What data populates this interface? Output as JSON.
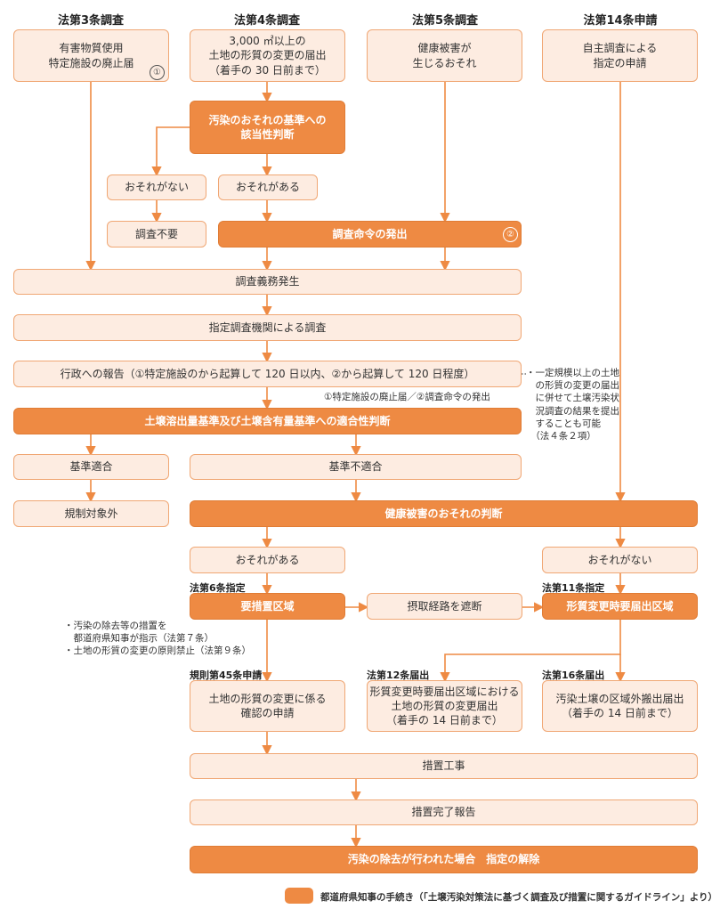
{
  "headers": {
    "art3": "法第3条調査",
    "art4": "法第4条調査",
    "art5": "法第5条調査",
    "art14": "法第14条申請"
  },
  "boxes": {
    "abolition": "有害物質使用\n特定施設の廃止届",
    "change_notice": "3,000 ㎡以上の\n土地の形質の変更の届出\n（着手の 30 日前まで）",
    "health_risk": "健康被害が\n生じるおそれ",
    "voluntary": "自主調査による\n指定の申請",
    "judge_risk": "汚染のおそれの基準への\n該当性判断",
    "no_risk": "おそれがない",
    "has_risk": "おそれがある",
    "not_needed": "調査不要",
    "order": "調査命令の発出",
    "duty": "調査義務発生",
    "designated_survey": "指定調査機関による調査",
    "report": "行政への報告（①特定施設のから起算して 120 日以内、②から起算して 120 日程度）",
    "judge_standard": "土壌溶出量基準及び土壌含有量基準への適合性判断",
    "conform": "基準適合",
    "nonconform": "基準不適合",
    "out_of_scope": "規制対象外",
    "judge_health": "健康被害のおそれの判断",
    "has_risk2": "おそれがある",
    "no_risk2": "おそれがない",
    "measures_zone": "要措置区域",
    "block_route": "摂取経路を遮断",
    "change_zone": "形質変更時要届出区域",
    "confirm_app": "土地の形質の変更に係る\n確認の申請",
    "change_notice2": "形質変更時要届出区域における\n土地の形質の変更届出\n（着手の 14 日前まで）",
    "export_notice": "汚染土壌の区域外搬出届出\n（着手の 14 日前まで）",
    "works": "措置工事",
    "complete_report": "措置完了報告",
    "release": "汚染の除去が行われた場合　指定の解除"
  },
  "marks": {
    "one": "①",
    "two": "②"
  },
  "tags": {
    "art6": "法第6条指定",
    "art11": "法第11条指定",
    "rule45": "規則第45条申請",
    "art12": "法第12条届出",
    "art16": "法第16条届出"
  },
  "notes": {
    "start_points": "①特定施設の廃止届／②調査命令の発出",
    "side_note": "・一定規模以上の土地\n　の形質の変更の届出\n　に併せて土壌汚染状\n　況調査の結果を提出\n　することも可能\n　（法４条２項）",
    "measures_note": "・汚染の除去等の措置を\n　都道府県知事が指示（法第７条）\n・土地の形質の変更の原則禁止（法第９条）"
  },
  "legend": {
    "text": "都道府県知事の手続き（「土壌汚染対策法に基づく調査及び措置に関するガイドライン」より）"
  },
  "colors": {
    "dark_box": "#ee8a43",
    "light_box": "#fdece1",
    "border": "#f0a774",
    "line": "#ee8a43"
  }
}
